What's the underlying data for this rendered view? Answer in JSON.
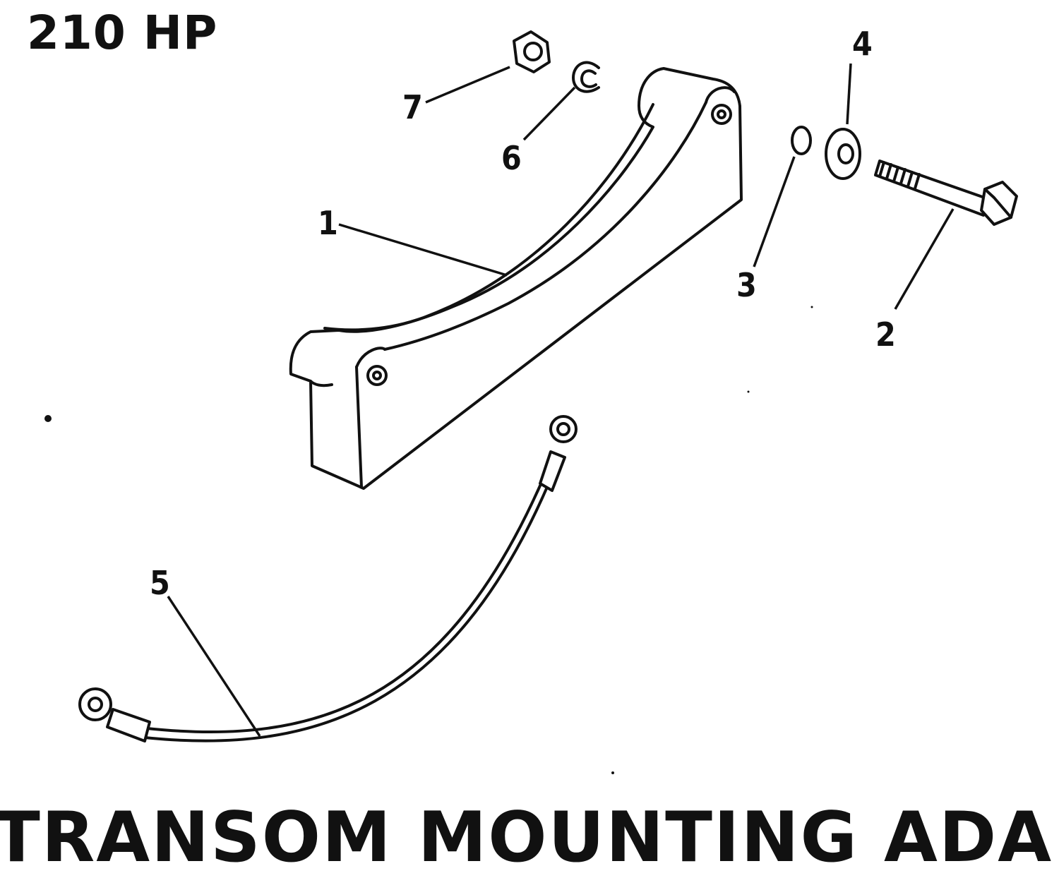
{
  "heading": "210 HP",
  "footer_title": "TRANSOM MOUNTING ADAPTOR KIT",
  "callouts": [
    {
      "number": "1"
    },
    {
      "number": "2"
    },
    {
      "number": "3"
    },
    {
      "number": "4"
    },
    {
      "number": "5"
    },
    {
      "number": "6"
    },
    {
      "number": "7"
    }
  ]
}
